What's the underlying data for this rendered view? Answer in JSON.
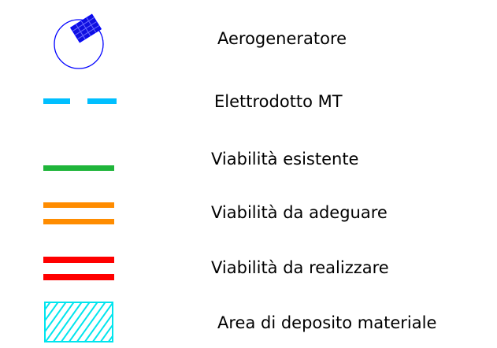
{
  "legend": {
    "items": [
      {
        "label": "Aerogeneratore",
        "symbol": "wind-turbine-icon",
        "color": "#0000ff"
      },
      {
        "label": "Elettrodotto MT",
        "symbol": "dashed-line",
        "color": "#00bfff"
      },
      {
        "label": "Viabilità esistente",
        "symbol": "single-line",
        "color": "#1fb53a"
      },
      {
        "label": "Viabilità da adeguare",
        "symbol": "double-line",
        "color": "#ff8c00"
      },
      {
        "label": "Viabilità da realizzare",
        "symbol": "double-line",
        "color": "#ff0000"
      },
      {
        "label": "Area di deposito materiale",
        "symbol": "hatched-rectangle",
        "color": "#00e5ee"
      }
    ]
  }
}
